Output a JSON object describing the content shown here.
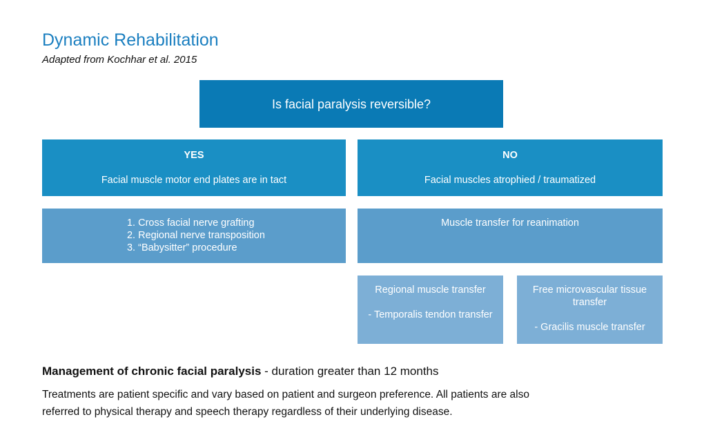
{
  "title": "Dynamic Rehabilitation",
  "subtitle": "Adapted from Kochhar et al. 2015",
  "question": "Is facial paralysis reversible?",
  "yes": {
    "label": "YES",
    "description": "Facial muscle motor end plates are in tact",
    "options": [
      "Cross facial nerve grafting",
      "Regional nerve transposition",
      "“Babysitter” procedure"
    ]
  },
  "no": {
    "label": "NO",
    "description": "Facial muscles atrophied /  traumatized",
    "option": "Muscle transfer for reanimation",
    "sub": [
      {
        "title": "Regional muscle transfer",
        "detail": "- Temporalis tendon transfer"
      },
      {
        "title": "Free microvascular tissue transfer",
        "detail": "- Gracilis muscle transfer"
      }
    ]
  },
  "footer": {
    "heading_bold": "Management of chronic facial paralysis",
    "heading_rest": " - duration greater than 12 months",
    "paragraph": "Treatments are patient specific and vary based on patient and surgeon preference. All patients are also referred to physical therapy and speech therapy regardless of their underlying disease."
  }
}
